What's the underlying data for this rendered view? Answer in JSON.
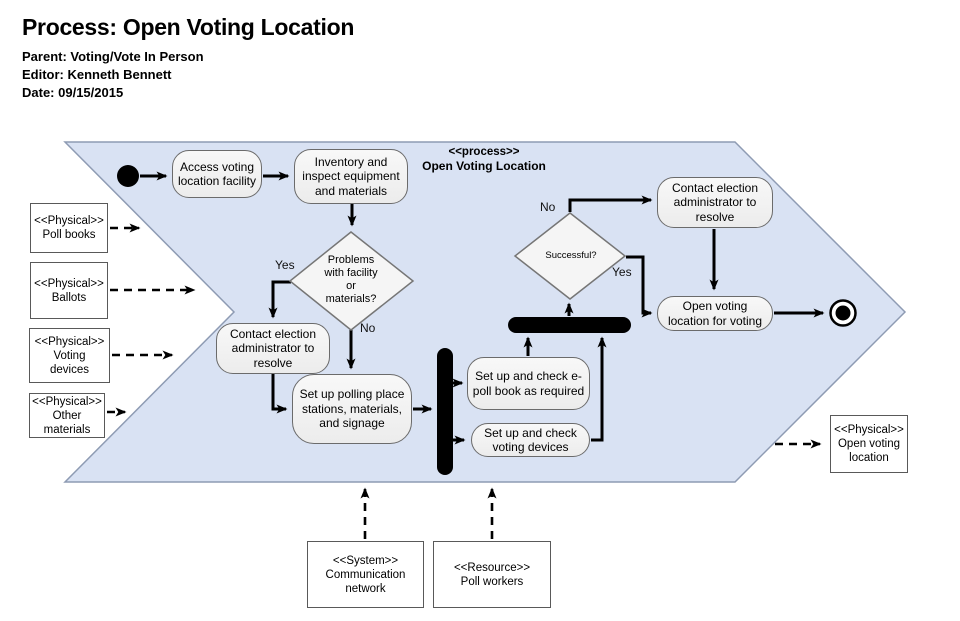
{
  "header": {
    "title": "Process: Open Voting Location",
    "parent": "Parent: Voting/Vote In Person",
    "editor": "Editor: Kenneth Bennett",
    "date": "Date: 09/15/2015"
  },
  "process_label": {
    "stereotype": "<<process>>",
    "name": "Open Voting Location"
  },
  "activities": {
    "access": "Access voting location facility",
    "inventory": "Inventory and inspect equipment and materials",
    "contact_admin_1": "Contact election administrator to resolve",
    "setup_polling": "Set up polling place stations, materials, and signage",
    "setup_epoll": "Set up and check e-poll book as required",
    "setup_devices": "Set up and check voting devices",
    "contact_admin_2": "Contact election administrator to resolve",
    "open_location": "Open voting location for voting"
  },
  "decisions": {
    "problems": "Problems with facility or materials?",
    "successful": "Successful?"
  },
  "edge_labels": {
    "yes1": "Yes",
    "no1": "No",
    "no2": "No",
    "yes2": "Yes"
  },
  "inputs": [
    {
      "stereotype": "<<Physical>>",
      "name": "Poll books"
    },
    {
      "stereotype": "<<Physical>>",
      "name": "Ballots"
    },
    {
      "stereotype": "<<Physical>>",
      "name": "Voting devices"
    },
    {
      "stereotype": "<<Physical>>",
      "name": "Other materials"
    }
  ],
  "resources": [
    {
      "stereotype": "<<System>>",
      "name": "Communication network"
    },
    {
      "stereotype": "<<Resource>>",
      "name": "Poll workers"
    }
  ],
  "output": {
    "stereotype": "<<Physical>>",
    "name": "Open voting location"
  },
  "colors": {
    "band_fill": "#d9e2f3",
    "band_border": "#8e9bb3",
    "activity_fill": "#f2f2f2",
    "activity_border": "#6b6b6b",
    "decision_fill": "#f5f5f5",
    "connector": "#000000"
  }
}
